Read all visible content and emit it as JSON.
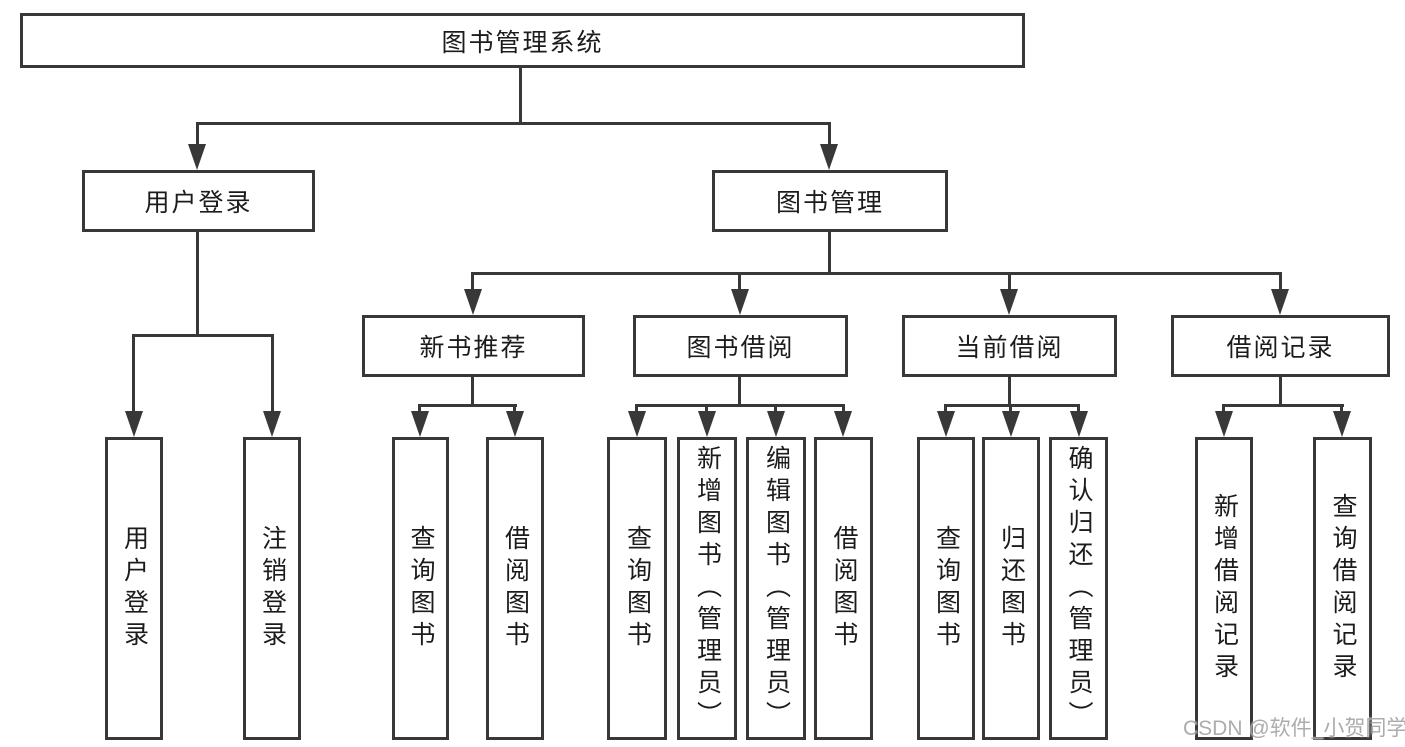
{
  "tree": {
    "root": "图书管理系统",
    "children": [
      {
        "label": "用户登录",
        "children": [
          {
            "label": "用户登录"
          },
          {
            "label": "注销登录"
          }
        ]
      },
      {
        "label": "图书管理",
        "children": [
          {
            "label": "新书推荐",
            "children": [
              {
                "label": "查询图书"
              },
              {
                "label": "借阅图书"
              }
            ]
          },
          {
            "label": "图书借阅",
            "children": [
              {
                "label": "查询图书"
              },
              {
                "label": "新增图书（管理员）"
              },
              {
                "label": "编辑图书（管理员）"
              },
              {
                "label": "借阅图书"
              }
            ]
          },
          {
            "label": "当前借阅",
            "children": [
              {
                "label": "查询图书"
              },
              {
                "label": "归还图书"
              },
              {
                "label": "确认归还（管理员）"
              }
            ]
          },
          {
            "label": "借阅记录",
            "children": [
              {
                "label": "新增借阅记录"
              },
              {
                "label": "查询借阅记录"
              }
            ]
          }
        ]
      }
    ]
  },
  "watermark": "CSDN @软件_小贺同学",
  "colors": {
    "line": "#383838",
    "text": "#1c1c1c",
    "watermark": "#9e9e9e",
    "background": "#ffffff"
  }
}
